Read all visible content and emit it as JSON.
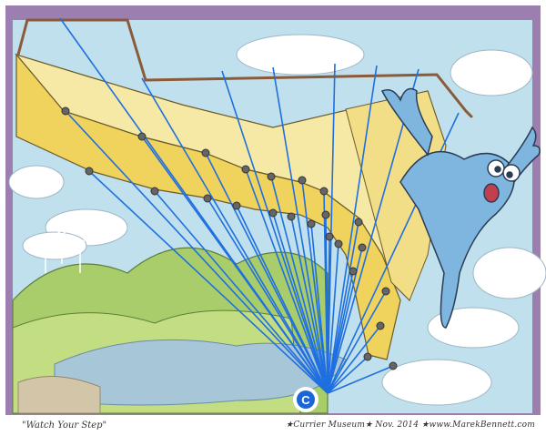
{
  "comic": {
    "caption": "\"Watch Your Step\"",
    "credit": "★Currier Museum★ Nov. 2014 ★www.MarekBennett.com"
  },
  "marker": {
    "label": "C"
  },
  "colors": {
    "frame": "#9c7fb0",
    "sky": "#bfe0ec",
    "stair": "#f6e9a5",
    "stair_shadow": "#f0d35c",
    "rail": "#8a5a3a",
    "lines": "#1f6fe0",
    "hills": "#a9cd6a",
    "water": "#a7c6d7",
    "character": "#7fb6e0"
  }
}
